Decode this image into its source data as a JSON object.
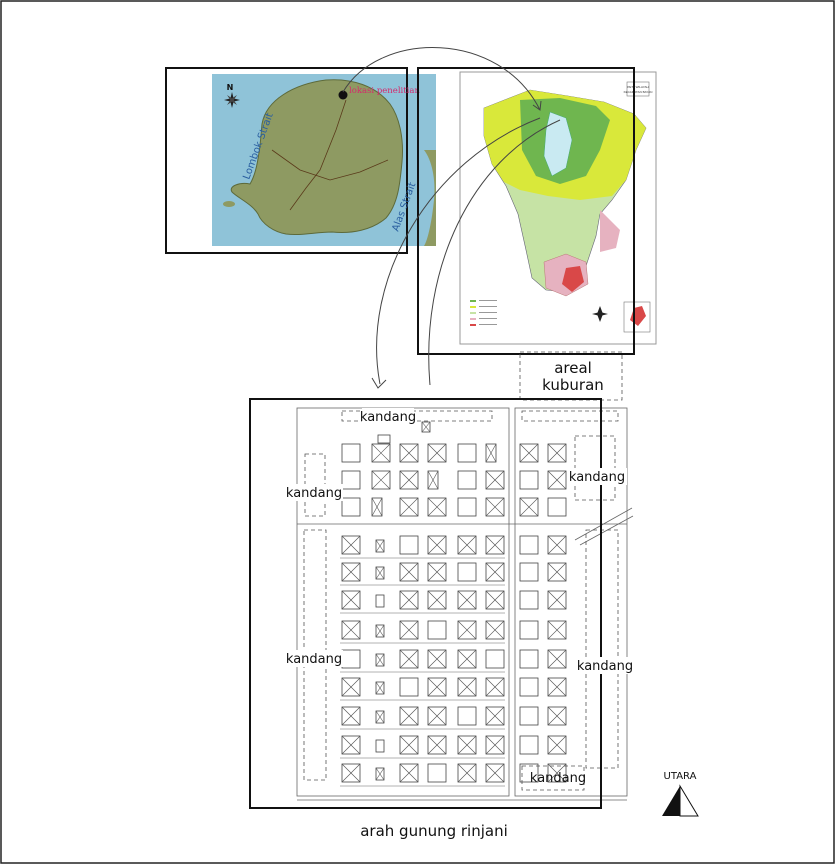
{
  "island_map": {
    "location_label": "lokasi penelitian",
    "west_strait": "Lombok Strait",
    "east_strait": "Alas Strait",
    "north_mark": "N"
  },
  "district_map": {
    "title_line1": "PETA WILAYAH",
    "title_line2": "KECAMATAN BAYAN"
  },
  "village_plan": {
    "areal_label_line1": "areal",
    "areal_label_line2": "kuburan",
    "kandang_labels": [
      "kandang",
      "kandang",
      "kandang",
      "kandang",
      "kandang",
      "kandang"
    ],
    "direction_label": "arah gunung rinjani",
    "north_label": "UTARA"
  },
  "colors": {
    "sea": "#8fc3d8",
    "land": "#8e9a62",
    "highland": "#d9e83a",
    "forest": "#6fb64f",
    "lowland": "#c6e3a5",
    "caldera": "#e6b2c0",
    "lake": "#d94848",
    "water": "#c9eaf2",
    "location_text": "#d42a6c"
  }
}
